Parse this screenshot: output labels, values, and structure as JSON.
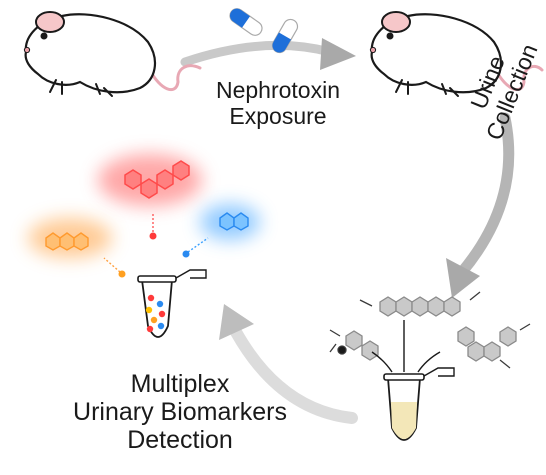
{
  "labels": {
    "exposure_line1": "Nephrotoxin",
    "exposure_line2": "Exposure",
    "urine_line1": "Urine",
    "urine_line2": "Collection",
    "detection_line1": "Multiplex",
    "detection_line2": "Urinary Biomarkers",
    "detection_line3": "Detection"
  },
  "colors": {
    "arrow": "#a9a9a9",
    "outline": "#1a1a1a",
    "ear_pink": "#f6c7c9",
    "capsule_blue": "#1e6fd9",
    "probe_red": "#ff5a5a",
    "probe_orange": "#ffa040",
    "probe_blue": "#3aa0ff",
    "urine": "#f3e7b8"
  },
  "icons": [
    "rat-icon",
    "pill-icon",
    "tube-icon",
    "biomarker-molecule-icon",
    "curved-arrow-icon"
  ]
}
